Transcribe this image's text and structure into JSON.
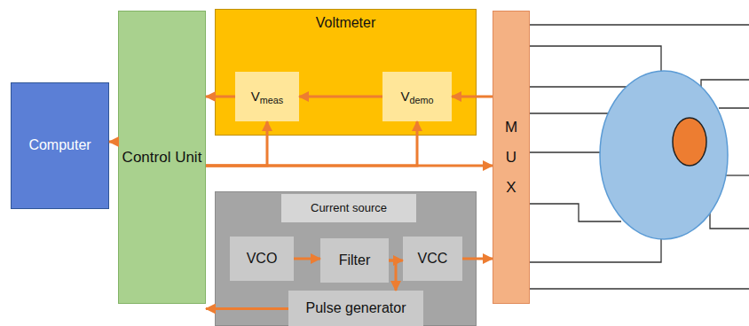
{
  "diagram": {
    "nodes": [
      {
        "text": [
          "Computer"
        ]
      },
      {
        "text": [
          "Control Unit"
        ]
      },
      {
        "text": [
          "Voltmeter"
        ]
      },
      {
        "text": [
          "Vmeas"
        ],
        "in": 2
      },
      {
        "text": [
          "Vdemo"
        ],
        "in": 2
      },
      {
        "text": [
          "Current source"
        ]
      },
      {
        "text": [
          "VCO"
        ],
        "in": 5
      },
      {
        "text": [
          "Filter"
        ],
        "in": 5
      },
      {
        "text": [
          "VCC"
        ],
        "in": 5
      },
      {
        "text": [
          "Pulse generator"
        ],
        "in": 5
      },
      {
        "text": [
          "MUX"
        ]
      }
    ],
    "edges": [
      {
        "from": 1,
        "to": 0,
        "arrow": "to"
      },
      {
        "from": 3,
        "to": 1,
        "arrow": "to"
      },
      {
        "from": 4,
        "to": 3,
        "arrow": "to"
      },
      {
        "from": 10,
        "to": 4,
        "arrow": "to"
      },
      {
        "from": 1,
        "to": 3,
        "arrow": "to"
      },
      {
        "from": 1,
        "to": 4,
        "arrow": "to"
      },
      {
        "from": 1,
        "to": 10,
        "arrow": "to"
      },
      {
        "from": 6,
        "to": 7,
        "arrow": "to"
      },
      {
        "from": 7,
        "to": 8,
        "arrow": "to"
      },
      {
        "from": 8,
        "to": 10,
        "arrow": "to"
      },
      {
        "from": 7,
        "to": 9,
        "arrow": "to"
      },
      {
        "from": 9,
        "to": 1,
        "arrow": "to"
      }
    ]
  }
}
